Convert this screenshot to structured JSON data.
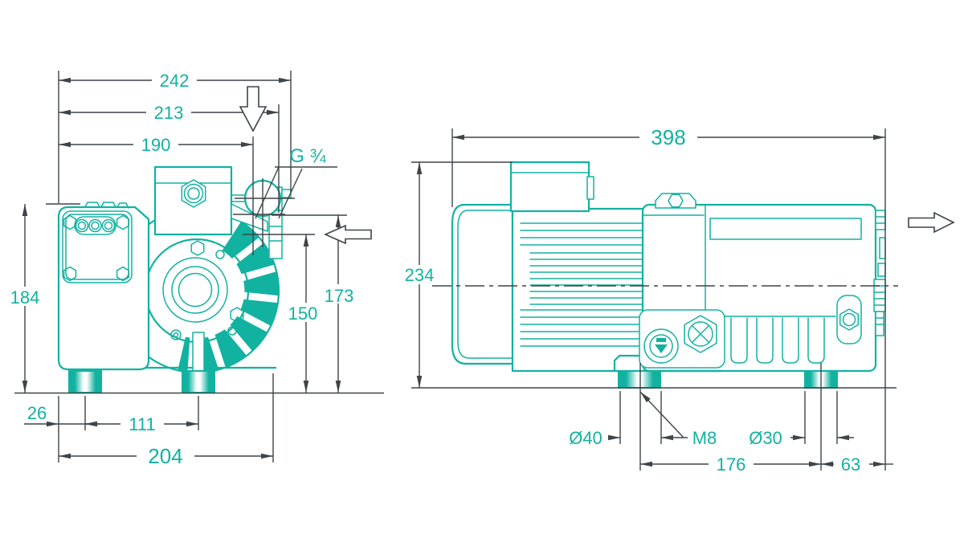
{
  "colors": {
    "drawing_line": "#12b2a1",
    "dimension_line": "#3f4448",
    "background": "#ffffff"
  },
  "icons": {
    "inlet_flow": "down-arrow",
    "outlet_flow_front": "left-arrow",
    "outlet_flow_side": "right-arrow"
  },
  "front_view": {
    "overall_width": "242",
    "width_to_port": "213",
    "width_to_inlet": "190",
    "inlet_thread": "G ¾",
    "body_height": "184",
    "port_height": "173",
    "outlet_height": "150",
    "foot_offset": "26",
    "foot_spacing": "111",
    "foot_overall_width": "204"
  },
  "side_view": {
    "overall_length": "398",
    "overall_height": "234",
    "front_foot_diameter": "Ø40",
    "mounting_thread": "M8",
    "rear_foot_diameter": "Ø30",
    "foot_spacing": "176",
    "rear_foot_to_end": "63"
  }
}
